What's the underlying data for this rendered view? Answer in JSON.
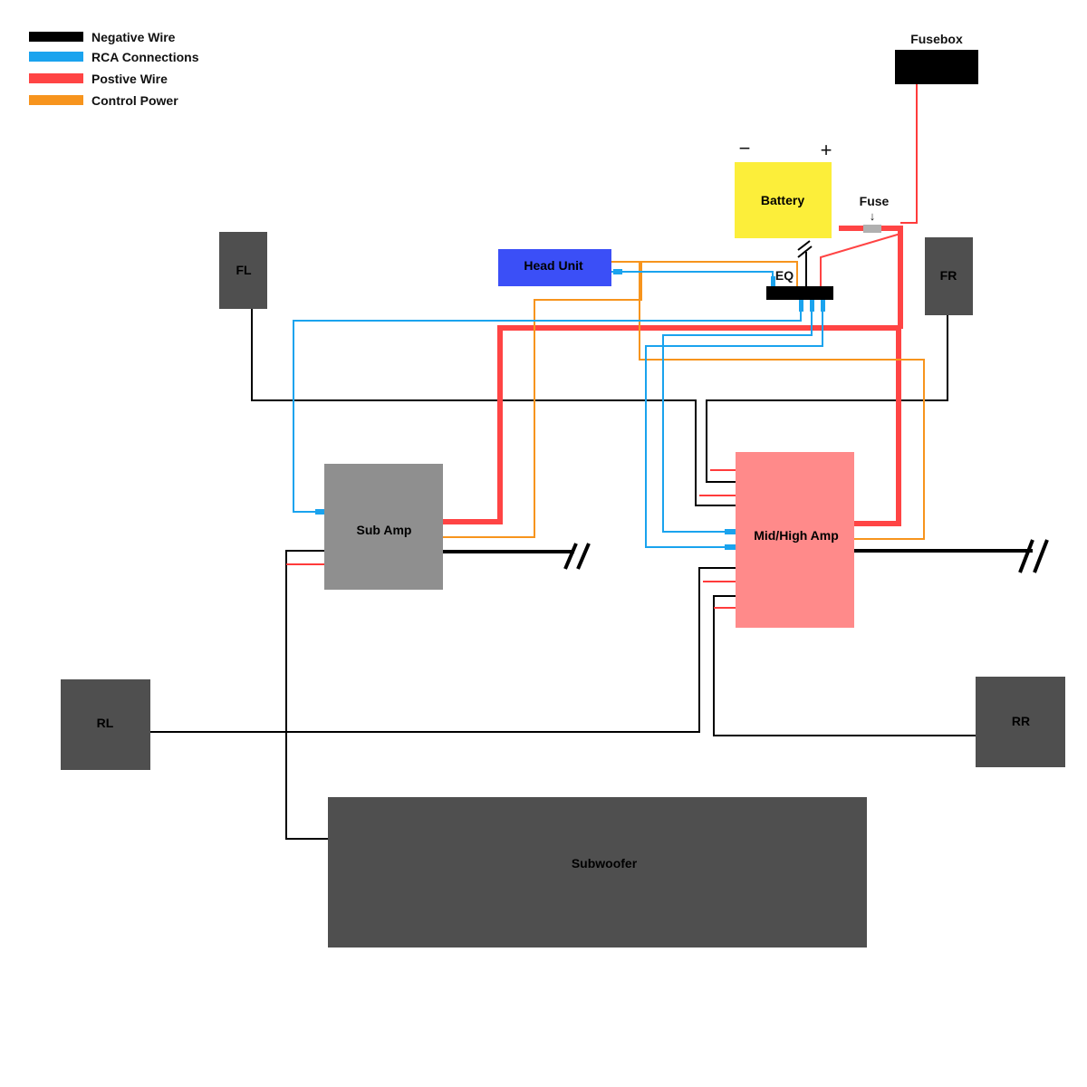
{
  "legend": {
    "items": [
      {
        "label": "Negative Wire",
        "color": "#000000"
      },
      {
        "label": "RCA Connections",
        "color": "#1aa3ee"
      },
      {
        "label": "Postive Wire",
        "color": "#ff4444"
      },
      {
        "label": "Control Power",
        "color": "#f7941d"
      }
    ]
  },
  "components": {
    "fusebox": "Fusebox",
    "battery": "Battery",
    "battery_neg": "−",
    "battery_pos": "+",
    "fuse": "Fuse",
    "fuse_arrow": "↓",
    "head_unit": "Head Unit",
    "eq": "EQ",
    "fl": "FL",
    "fr": "FR",
    "rl": "RL",
    "rr": "RR",
    "sub_amp": "Sub Amp",
    "mid_high_amp": "Mid/High Amp",
    "subwoofer": "Subwoofer"
  },
  "colors": {
    "speaker": "#4f4f4f",
    "battery": "#fcee3a",
    "head_unit": "#3b4ff7",
    "sub_amp": "#8f8f8f",
    "mid_high_amp": "#ff8a8a",
    "eq": "#000000",
    "fuse": "#b0b0b0"
  }
}
